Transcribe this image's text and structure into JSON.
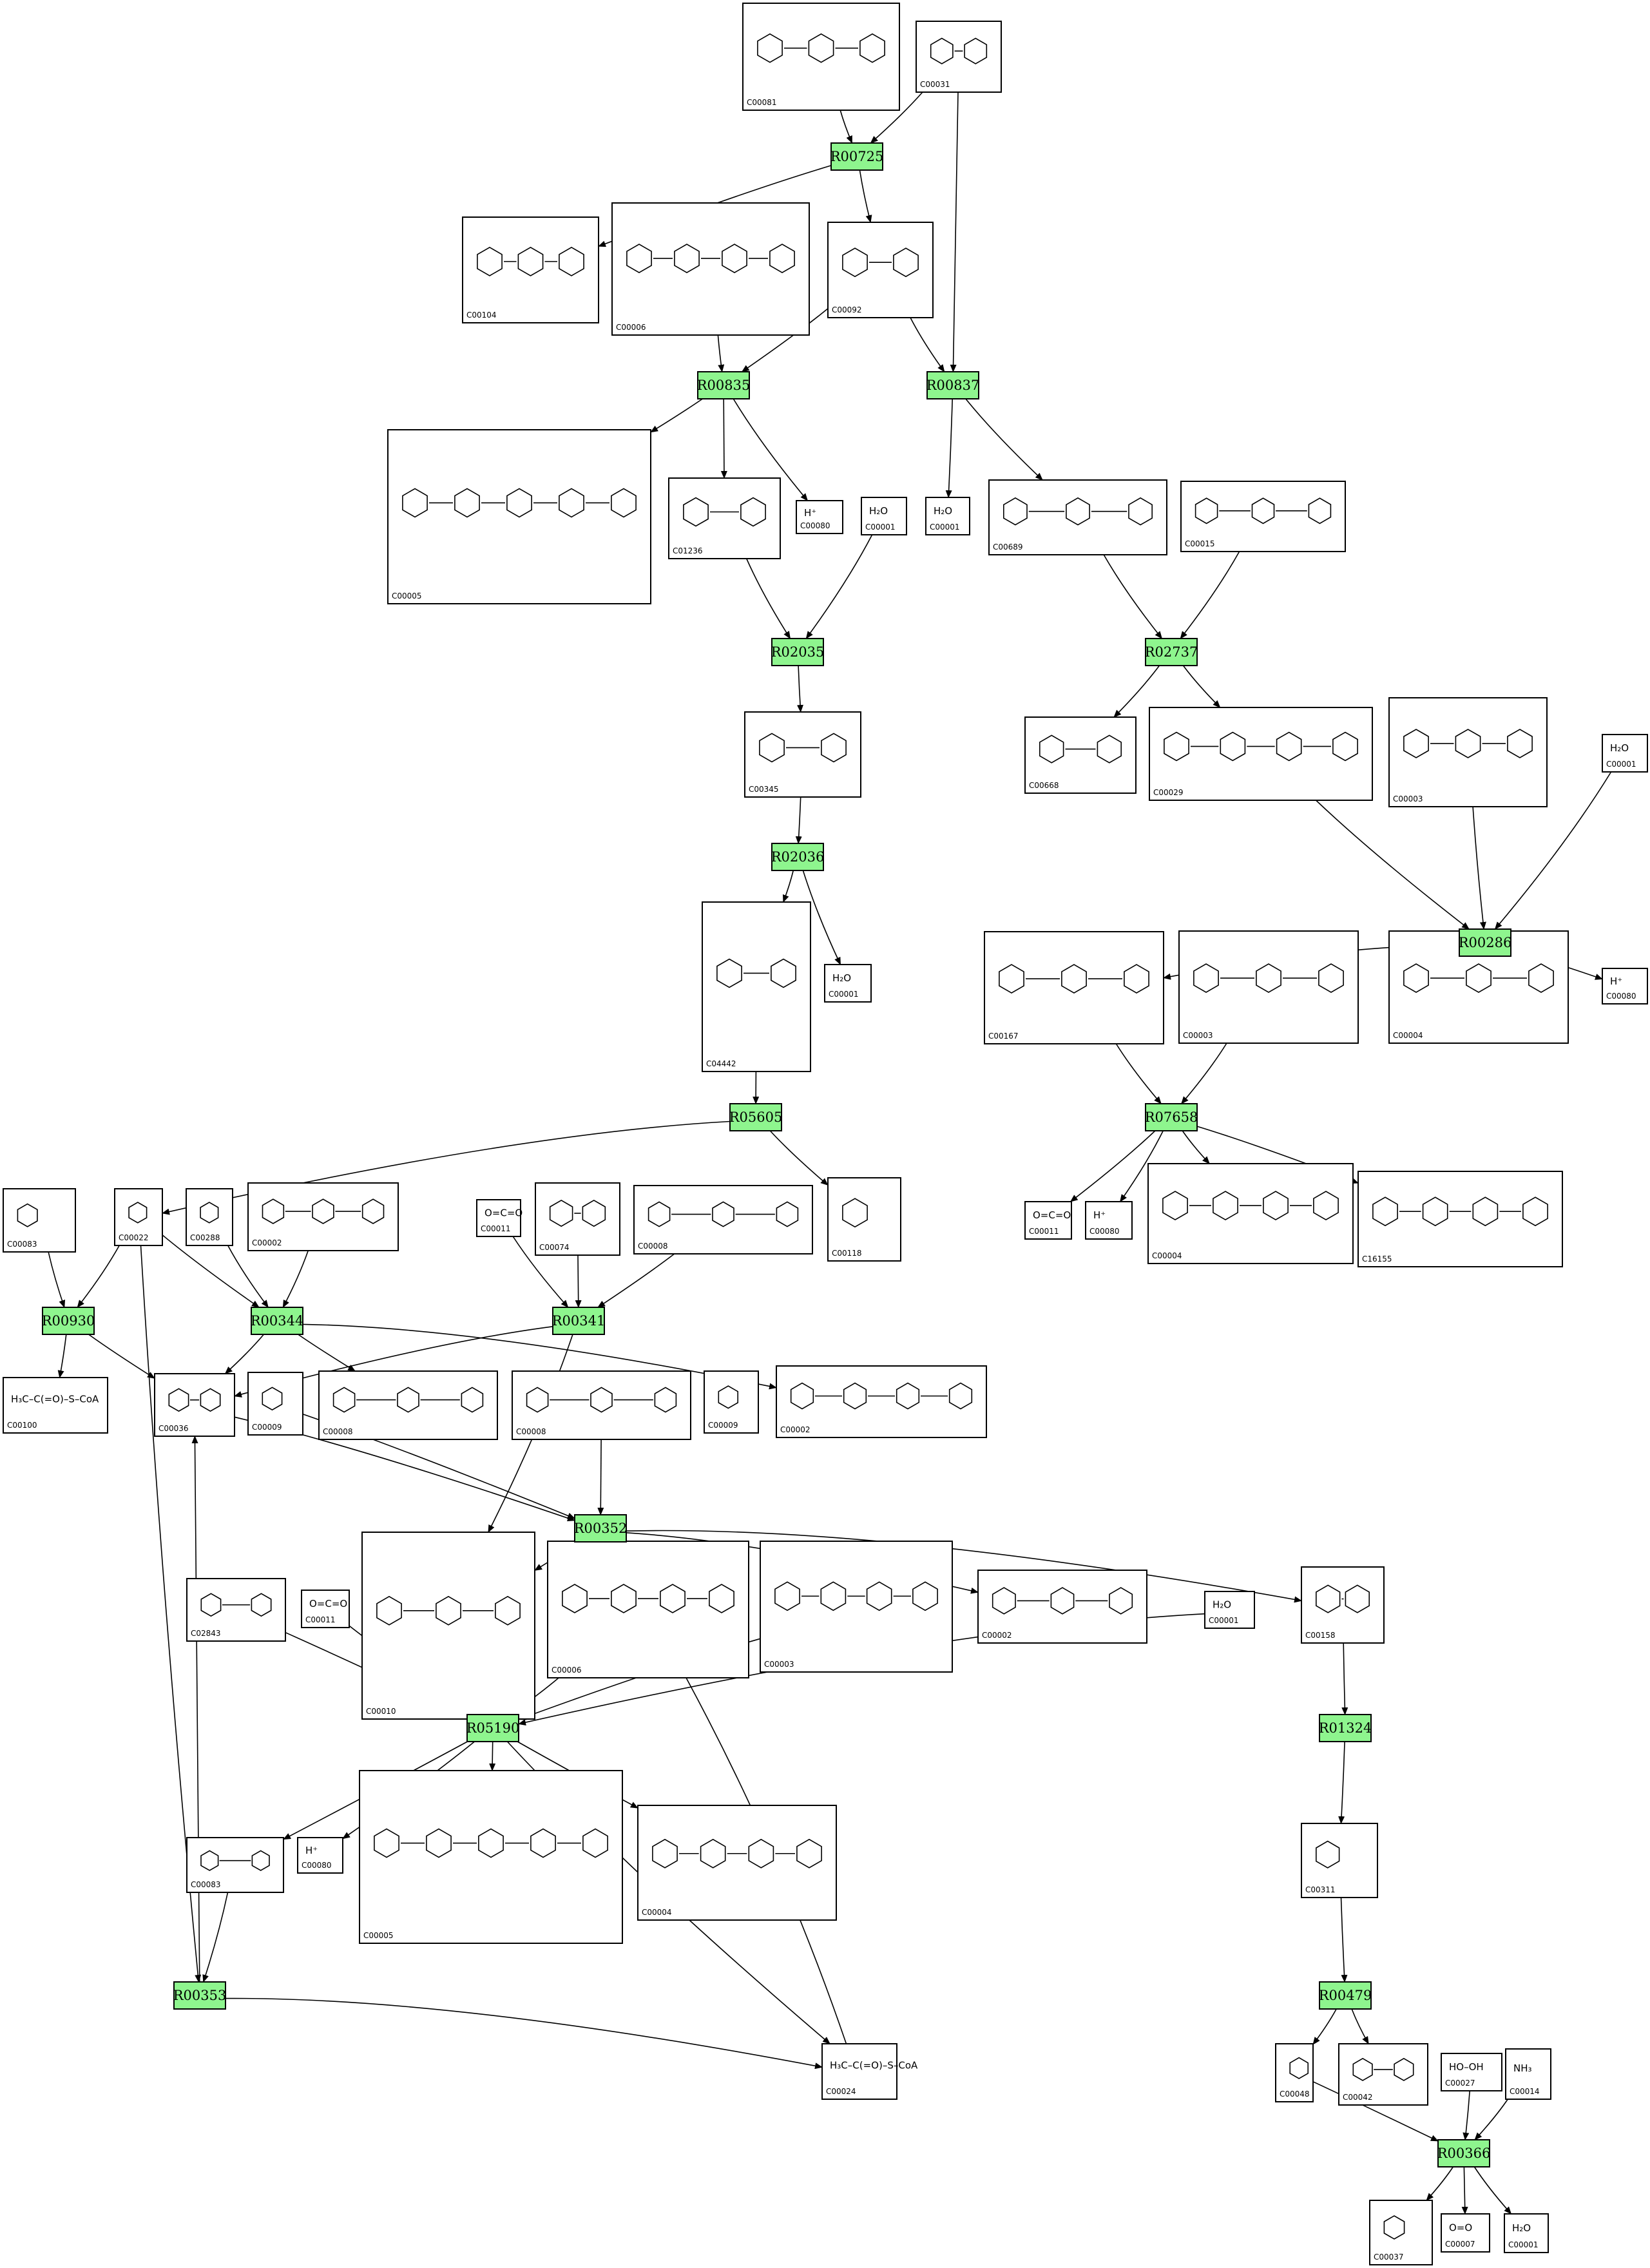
{
  "reactions": [
    {
      "id": "R00725"
    },
    {
      "id": "R00835"
    },
    {
      "id": "R00837"
    },
    {
      "id": "R02035"
    },
    {
      "id": "R02737"
    },
    {
      "id": "R02036"
    },
    {
      "id": "R00286"
    },
    {
      "id": "R05605"
    },
    {
      "id": "R07658"
    },
    {
      "id": "R00930"
    },
    {
      "id": "R00344"
    },
    {
      "id": "R00341"
    },
    {
      "id": "R00352"
    },
    {
      "id": "R05190"
    },
    {
      "id": "R01324"
    },
    {
      "id": "R00353"
    },
    {
      "id": "R00479"
    },
    {
      "id": "R00366"
    }
  ],
  "compounds": [
    {
      "id": "C00081",
      "formula": ""
    },
    {
      "id": "C00031",
      "formula": ""
    },
    {
      "id": "C00104",
      "formula": ""
    },
    {
      "id": "C00006",
      "formula": ""
    },
    {
      "id": "C00092",
      "formula": ""
    },
    {
      "id": "C00005",
      "formula": ""
    },
    {
      "id": "C01236",
      "formula": ""
    },
    {
      "id": "C00080",
      "formula": "H⁺"
    },
    {
      "id": "C00001",
      "formula": "H₂O"
    },
    {
      "id": "C00689",
      "formula": ""
    },
    {
      "id": "C00015",
      "formula": ""
    },
    {
      "id": "C00345",
      "formula": ""
    },
    {
      "id": "C00668",
      "formula": ""
    },
    {
      "id": "C00029",
      "formula": ""
    },
    {
      "id": "C00003",
      "formula": ""
    },
    {
      "id": "C04442",
      "formula": ""
    },
    {
      "id": "C00167",
      "formula": ""
    },
    {
      "id": "C00004",
      "formula": ""
    },
    {
      "id": "C00083",
      "formula": ""
    },
    {
      "id": "C00022",
      "formula": ""
    },
    {
      "id": "C00288",
      "formula": ""
    },
    {
      "id": "C00002",
      "formula": ""
    },
    {
      "id": "C00011",
      "formula": "O=C=O"
    },
    {
      "id": "C00074",
      "formula": ""
    },
    {
      "id": "C00118",
      "formula": ""
    },
    {
      "id": "C16155",
      "formula": ""
    },
    {
      "id": "C00100",
      "formula": "H₃C–C(=O)–S–CoA"
    },
    {
      "id": "C00036",
      "formula": ""
    },
    {
      "id": "C00009",
      "formula": ""
    },
    {
      "id": "C00008",
      "formula": ""
    },
    {
      "id": "C00010",
      "formula": ""
    },
    {
      "id": "C02843",
      "formula": ""
    },
    {
      "id": "C00158",
      "formula": ""
    },
    {
      "id": "C00311",
      "formula": ""
    },
    {
      "id": "C00024",
      "formula": "H₃C–C(=O)–S–CoA"
    },
    {
      "id": "C00048",
      "formula": ""
    },
    {
      "id": "C00042",
      "formula": ""
    },
    {
      "id": "C00027",
      "formula": "HO–OH"
    },
    {
      "id": "C00014",
      "formula": "NH₃"
    },
    {
      "id": "C00037",
      "formula": ""
    },
    {
      "id": "C00007",
      "formula": "O=O"
    }
  ],
  "colors": {
    "reaction_fill": "#8ef58e",
    "stroke": "#000000",
    "background": "#ffffff"
  }
}
